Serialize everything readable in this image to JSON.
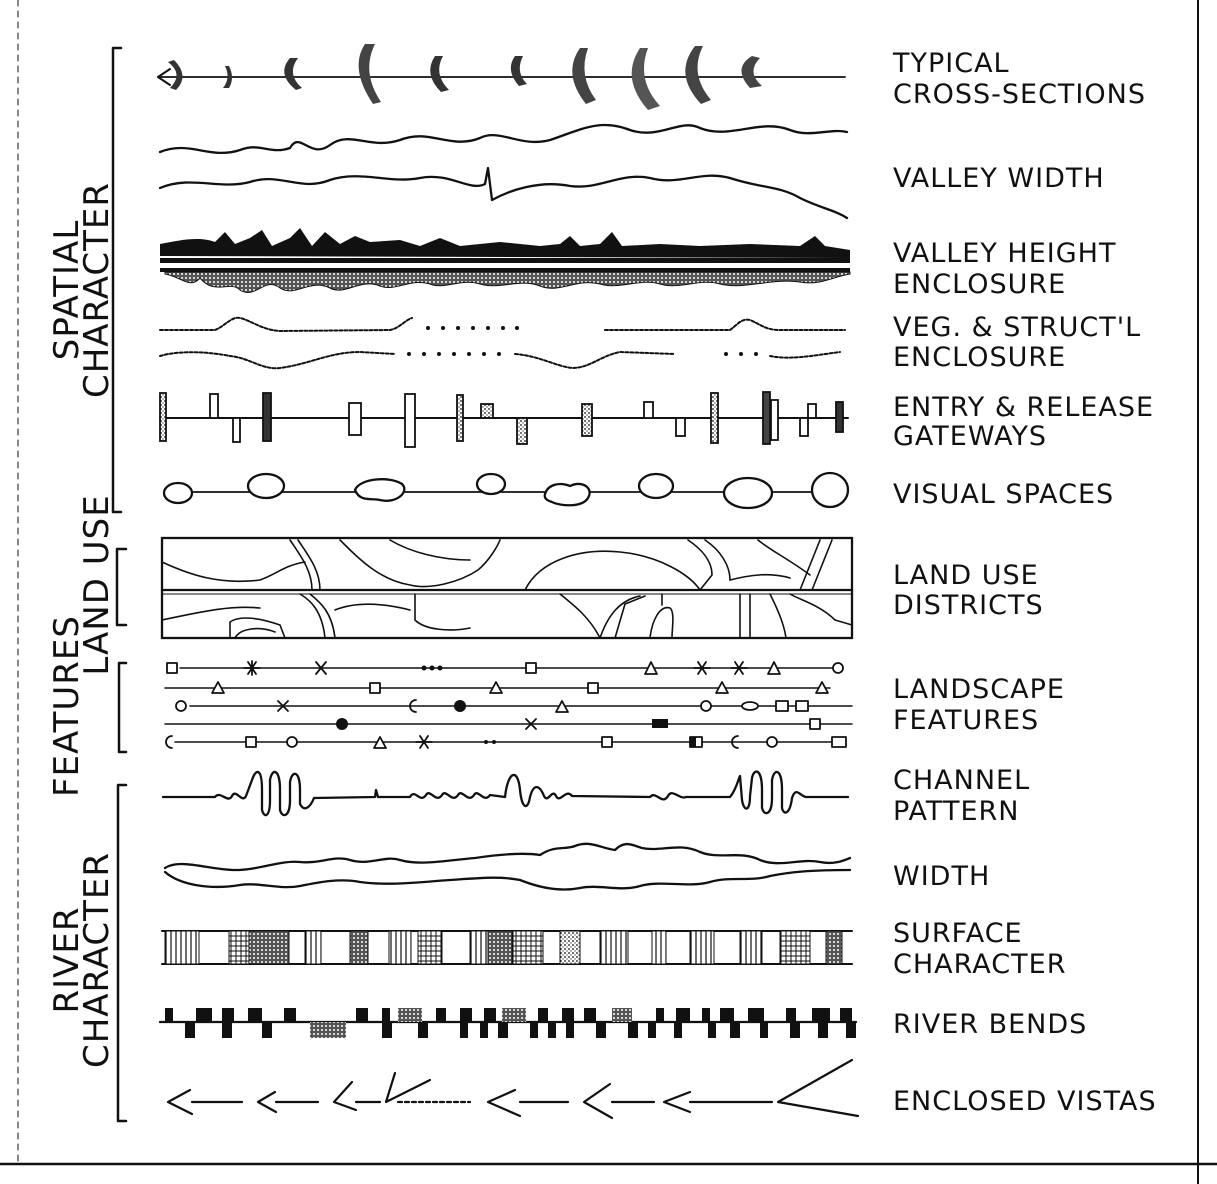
{
  "categories": {
    "spatial": [
      "SPATIAL",
      "CHARACTER"
    ],
    "land_use": [
      "LAND USE"
    ],
    "features": [
      "FEATURES"
    ],
    "river": [
      "RIVER",
      "CHARACTER"
    ]
  },
  "rows": [
    {
      "id": "cross-sections",
      "label": [
        "TYPICAL",
        "CROSS-SECTIONS"
      ]
    },
    {
      "id": "valley-width",
      "label": [
        "VALLEY WIDTH"
      ]
    },
    {
      "id": "valley-height",
      "label": [
        "VALLEY HEIGHT",
        "ENCLOSURE"
      ]
    },
    {
      "id": "veg-struct",
      "label": [
        "VEG. & STRUCT'L",
        "ENCLOSURE"
      ]
    },
    {
      "id": "gateways",
      "label": [
        "ENTRY & RELEASE",
        "GATEWAYS"
      ]
    },
    {
      "id": "visual-spaces",
      "label": [
        "VISUAL SPACES"
      ]
    },
    {
      "id": "land-use-districts",
      "label": [
        "LAND USE",
        "DISTRICTS"
      ]
    },
    {
      "id": "landscape-features",
      "label": [
        "LANDSCAPE",
        "FEATURES"
      ]
    },
    {
      "id": "channel-pattern",
      "label": [
        "CHANNEL",
        "PATTERN"
      ]
    },
    {
      "id": "width",
      "label": [
        "WIDTH"
      ]
    },
    {
      "id": "surface-character",
      "label": [
        "SURFACE",
        "CHARACTER"
      ]
    },
    {
      "id": "river-bends",
      "label": [
        "RIVER BENDS"
      ]
    },
    {
      "id": "enclosed-vistas",
      "label": [
        "ENCLOSED VISTAS"
      ]
    }
  ]
}
